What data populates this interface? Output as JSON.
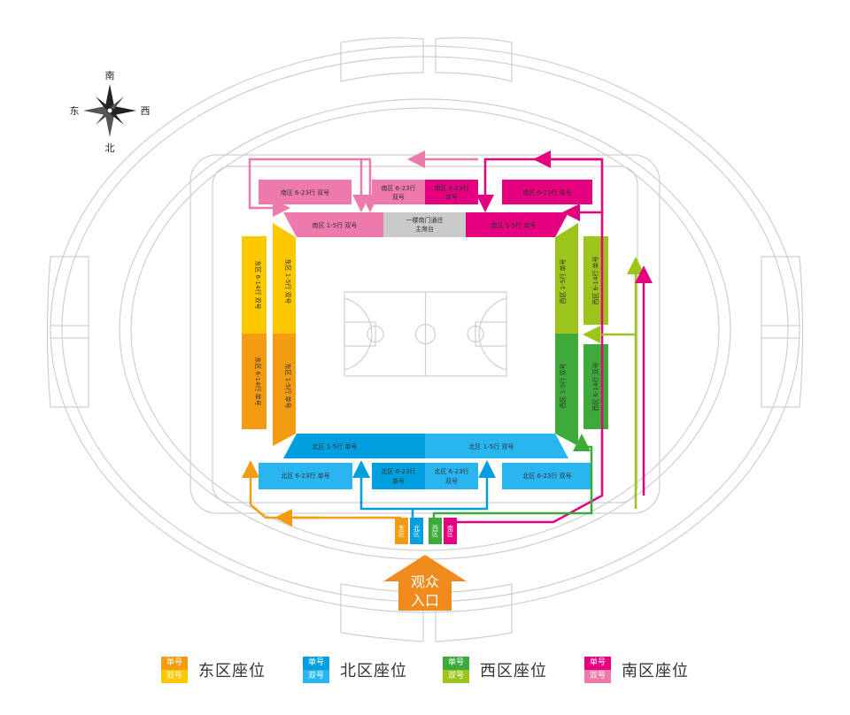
{
  "colors": {
    "east_single": "#f39c12",
    "east_double": "#fcc800",
    "north_single": "#00a0e0",
    "north_double": "#29b6f0",
    "west_single": "#9dc41a",
    "west_double": "#3daa3a",
    "south_single": "#e4007f",
    "south_double": "#ee79ac",
    "center": "#c9caca",
    "entrance": "#ef8a1c",
    "outline": "#cfcfcf"
  },
  "compass": {
    "south": "南",
    "north": "北",
    "east": "东",
    "west": "西"
  },
  "sections": {
    "s_upper_l": "南区 6-23行 双号",
    "s_upper_m1a": "南区 6-23行",
    "s_upper_m1b": "双号",
    "s_upper_m2a": "南区 6-23行",
    "s_upper_m2b": "单号",
    "s_upper_r": "南区 6-23行 单号",
    "s_lower_l": "南区 1-5行 双号",
    "s_center_a": "一楼南门通往",
    "s_center_b": "主席台",
    "s_lower_r": "南区 1-5行 单号",
    "e_outer_top": "东区 6-14行 双号",
    "e_outer_bot": "东区 6-14行 单号",
    "e_inner_top": "东区 1-5行 双号",
    "e_inner_bot": "东区 1-5行 单号",
    "w_inner_top": "西区 1-5行 单号",
    "w_inner_bot": "西区 1-5行 双号",
    "w_outer_top": "西区 6-14行 单号",
    "w_outer_bot": "西区 6-14行 双号",
    "n_lower_l": "北区 1-5行 单号",
    "n_lower_r": "北区 1-5行 双号",
    "n_upper_l": "北区 6-23行 单号",
    "n_upper_m1a": "北区 6-23行",
    "n_upper_m1b": "单号",
    "n_upper_m2a": "北区 6-23行",
    "n_upper_m2b": "双号",
    "n_upper_r": "北区 6-23行 双号"
  },
  "gates": {
    "east": "东区",
    "north": "北区",
    "west": "西区",
    "south": "南区"
  },
  "entrance": {
    "line1": "观众",
    "line2": "入口"
  },
  "legend": [
    {
      "single": "单号",
      "double": "双号",
      "label": "东区座位",
      "single_color": "#f39c12",
      "double_color": "#fcc800"
    },
    {
      "single": "单号",
      "double": "双号",
      "label": "北区座位",
      "single_color": "#00a0e0",
      "double_color": "#29b6f0"
    },
    {
      "single": "单号",
      "double": "双号",
      "label": "西区座位",
      "single_color": "#3daa3a",
      "double_color": "#9dc41a"
    },
    {
      "single": "单号",
      "double": "双号",
      "label": "南区座位",
      "single_color": "#e4007f",
      "double_color": "#ee79ac"
    }
  ]
}
